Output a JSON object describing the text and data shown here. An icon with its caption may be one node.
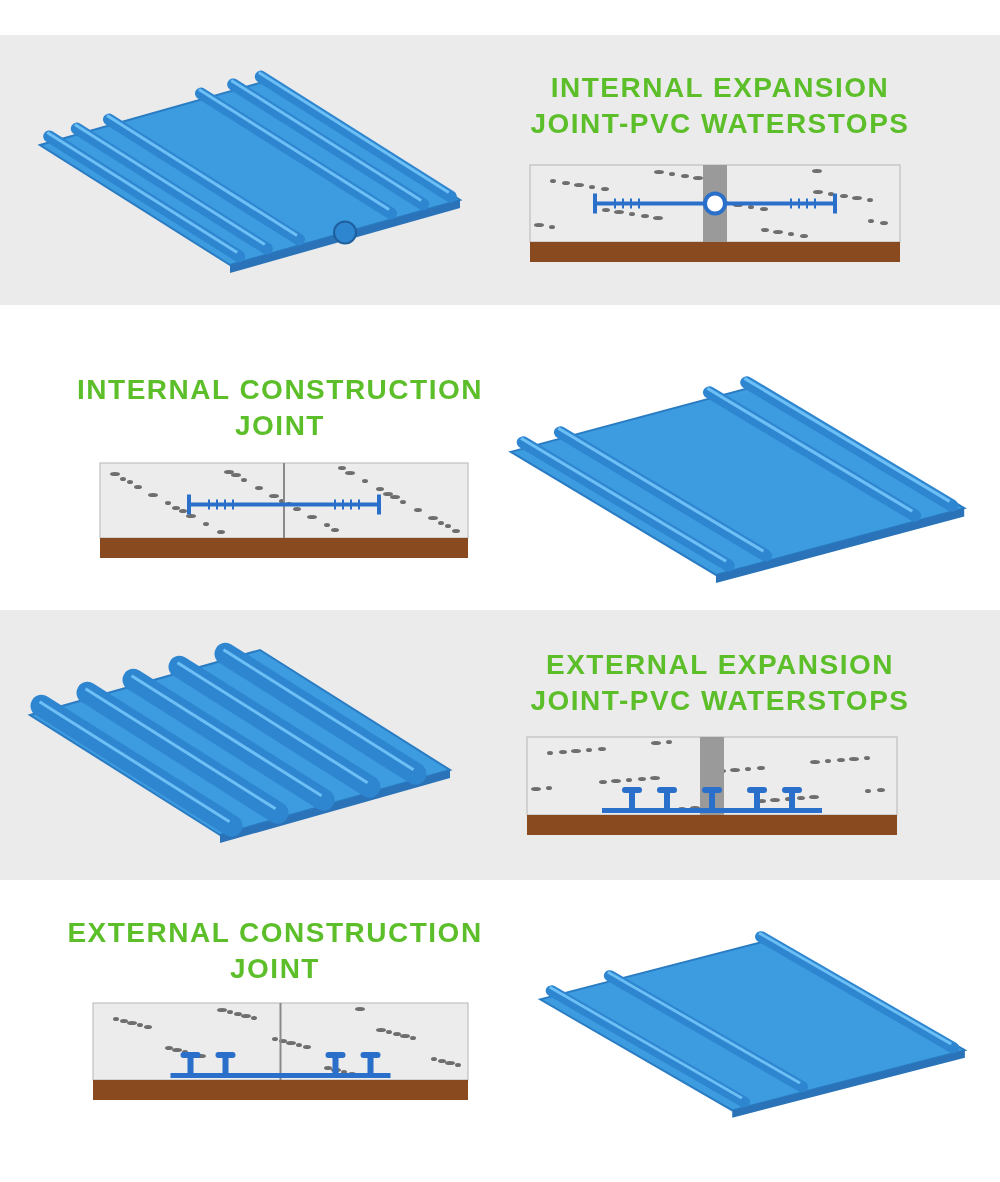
{
  "diagram": {
    "labels": [
      "INTERNAL EXPANSION JOINT-PVC WATERSTOPS",
      "INTERNAL CONSTRUCTION JOINT",
      "EXTERNAL EXPANSION JOINT-PVC WATERSTOPS",
      "EXTERNAL CONSTRUCTION JOINT"
    ]
  }
}
